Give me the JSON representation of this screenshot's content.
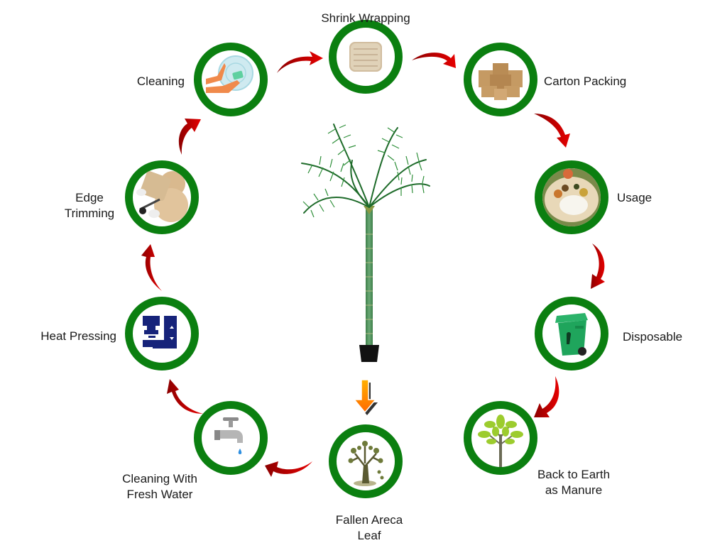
{
  "diagram": {
    "title": "Areca Leaf Plate Manufacturing Cycle",
    "colors": {
      "ring": "#0b7f10",
      "arrow_dark": "#8c0000",
      "arrow_light": "#e00000",
      "center_arrow": "#ff8c00",
      "text": "#1a1a1a"
    },
    "center": {
      "name": "areca-palm-tree",
      "down_arrow": "orange-down-arrow"
    },
    "steps": [
      {
        "id": "shrink-wrapping",
        "label": "Shrink Wrapping",
        "icon": "wrapped-plate-stack-icon"
      },
      {
        "id": "carton-packing",
        "label": "Carton Packing",
        "icon": "cardboard-boxes-icon"
      },
      {
        "id": "usage",
        "label": "Usage",
        "icon": "food-plate-icon"
      },
      {
        "id": "disposable",
        "label": "Disposable",
        "icon": "green-trash-bin-icon"
      },
      {
        "id": "back-to-earth",
        "label_line1": "Back to Earth",
        "label_line2": "as Manure",
        "icon": "young-tree-icon"
      },
      {
        "id": "fallen-leaf",
        "label_line1": "Fallen Areca",
        "label_line2": "Leaf",
        "icon": "leafy-tree-icon"
      },
      {
        "id": "cleaning-fresh-water",
        "label_line1": "Cleaning With",
        "label_line2": "Fresh Water",
        "icon": "water-tap-icon"
      },
      {
        "id": "heat-pressing",
        "label": "Heat Pressing",
        "icon": "press-machine-icon"
      },
      {
        "id": "edge-trimming",
        "label_line1": "Edge",
        "label_line2": "Trimming",
        "icon": "scissors-trimming-icon"
      },
      {
        "id": "cleaning",
        "label": "Cleaning",
        "icon": "washing-plate-icon"
      }
    ]
  }
}
